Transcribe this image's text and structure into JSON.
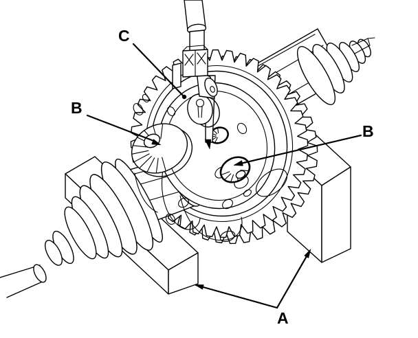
{
  "figure": {
    "background_color": "#ffffff",
    "line_color": "#000000",
    "callouts": {
      "c": "C",
      "b_left": "B",
      "b_right": "B",
      "a": "A"
    }
  }
}
